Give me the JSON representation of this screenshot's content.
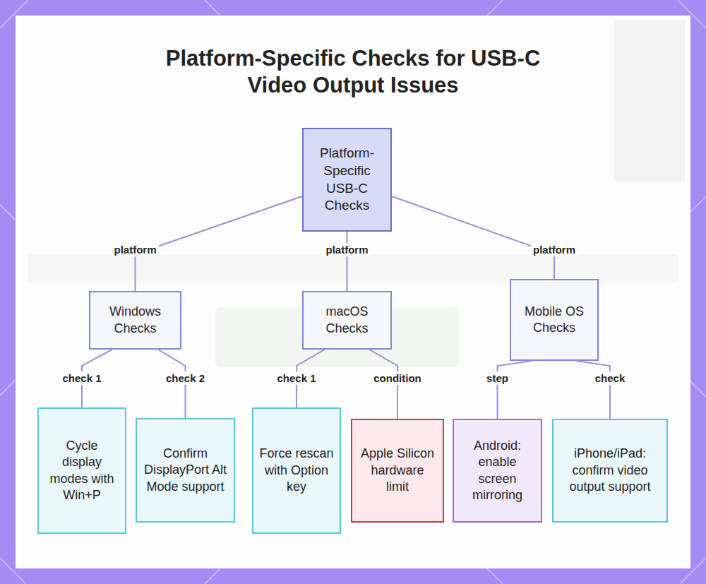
{
  "diagram": {
    "title": "Platform-Specific Checks for USB-C Video Output Issues",
    "nodes": [
      {
        "text": [
          "Platform-Specific USB-C Checks"
        ]
      },
      {
        "text": [
          "Windows Checks"
        ]
      },
      {
        "text": [
          "macOS Checks"
        ]
      },
      {
        "text": [
          "Mobile OS Checks"
        ]
      },
      {
        "text": [
          "Cycle display modes with Win+P"
        ]
      },
      {
        "text": [
          "Confirm DisplayPort Alt Mode support"
        ]
      },
      {
        "text": [
          "Force rescan with Option key"
        ]
      },
      {
        "text": [
          "Apple Silicon hardware limit"
        ]
      },
      {
        "text": [
          "Android: enable screen mirroring"
        ]
      },
      {
        "text": [
          "iPhone/iPad: confirm video output support"
        ]
      }
    ],
    "edges": [
      {
        "from": 0,
        "to": 1,
        "label": "platform",
        "arrow": "none"
      },
      {
        "from": 0,
        "to": 2,
        "label": "platform",
        "arrow": "none"
      },
      {
        "from": 0,
        "to": 3,
        "label": "platform",
        "arrow": "none"
      },
      {
        "from": 1,
        "to": 4,
        "label": "check 1",
        "arrow": "none"
      },
      {
        "from": 1,
        "to": 5,
        "label": "check 2",
        "arrow": "none"
      },
      {
        "from": 2,
        "to": 6,
        "label": "check 1",
        "arrow": "none"
      },
      {
        "from": 2,
        "to": 7,
        "label": "condition",
        "arrow": "none"
      },
      {
        "from": 3,
        "to": 8,
        "label": "step",
        "arrow": "none"
      },
      {
        "from": 3,
        "to": 9,
        "label": "check",
        "arrow": "none"
      }
    ]
  }
}
